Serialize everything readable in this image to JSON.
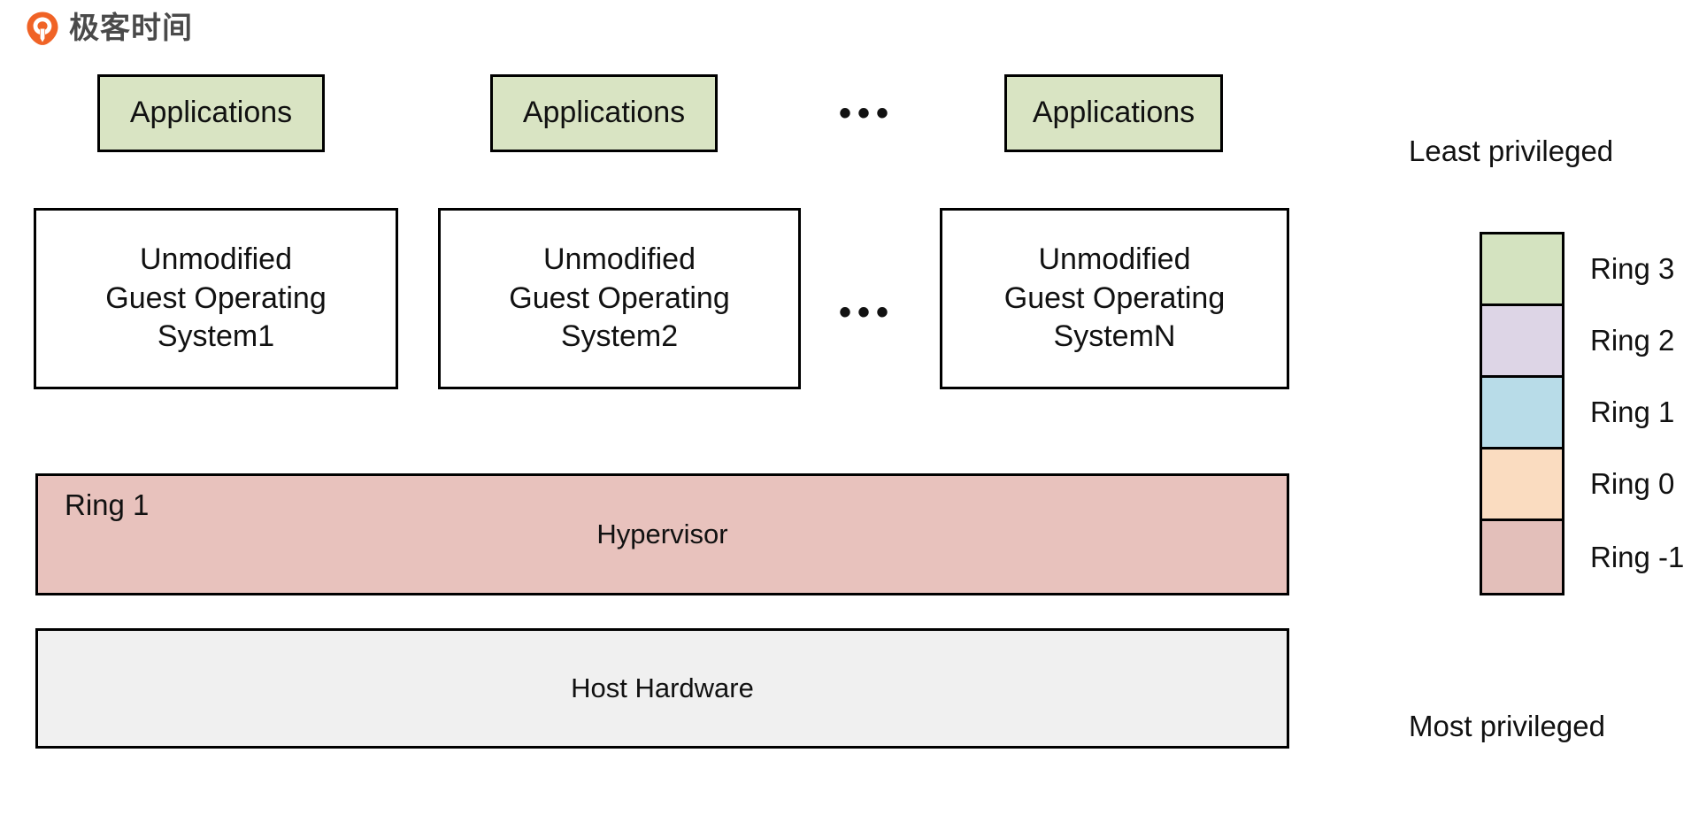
{
  "brand": {
    "name": "极客时间",
    "logo_icon": "geekbang-logo-icon",
    "logo_color": "#f06326"
  },
  "diagram": {
    "title": "Hypervisor virtualization privilege-ring diagram",
    "app_row": {
      "boxes": [
        {
          "label": "Applications"
        },
        {
          "label": "Applications"
        },
        {
          "label": "Applications"
        }
      ],
      "ellipsis": "•••"
    },
    "os_row": {
      "boxes": [
        {
          "line1": "Unmodified",
          "line2": "Guest Operating",
          "line3": "System1"
        },
        {
          "line1": "Unmodified",
          "line2": "Guest Operating",
          "line3": "System2"
        },
        {
          "line1": "Unmodified",
          "line2": "Guest Operating",
          "line3": "SystemN"
        }
      ],
      "ellipsis": "•••"
    },
    "hypervisor_bar": {
      "corner_label": "Ring 1",
      "label": "Hypervisor",
      "fill": "#e8c2bd"
    },
    "hardware_bar": {
      "label": "Host Hardware",
      "fill": "#f0f0f0"
    },
    "app_box_fill": "#d9e4c3"
  },
  "legend": {
    "top_caption": "Least privileged",
    "bottom_caption": "Most privileged",
    "rings": [
      {
        "label": "Ring 3",
        "color": "#d4e3c0"
      },
      {
        "label": "Ring 2",
        "color": "#ddd5e6"
      },
      {
        "label": "Ring 1",
        "color": "#b8dce8"
      },
      {
        "label": "Ring 0",
        "color": "#fadcc0"
      },
      {
        "label": "Ring -1",
        "color": "#e3bfba"
      }
    ]
  }
}
